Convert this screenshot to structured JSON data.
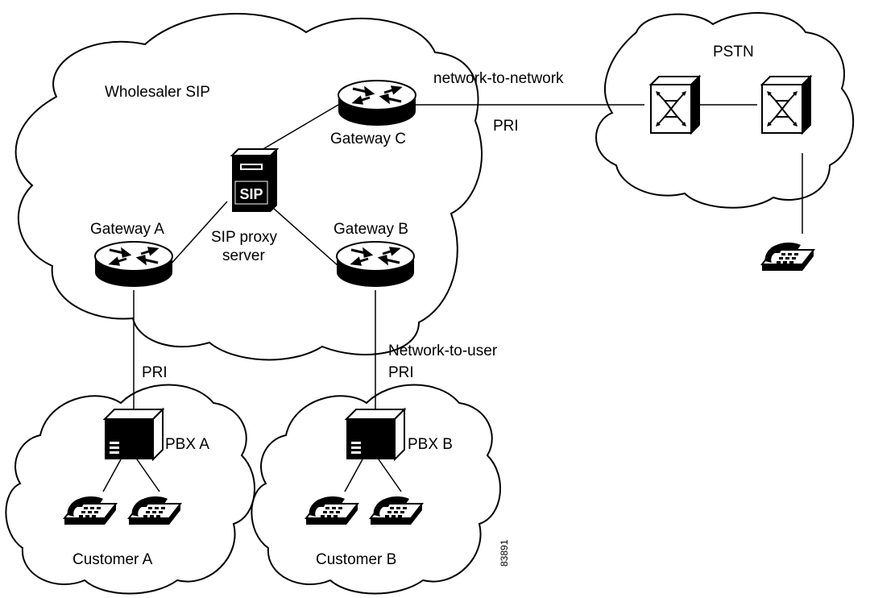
{
  "clouds": {
    "wholesaler": "Wholesaler SIP",
    "pstn": "PSTN",
    "customer_a": "Customer A",
    "customer_b": "Customer B"
  },
  "devices": {
    "gateway_a": "Gateway A",
    "gateway_b": "Gateway B",
    "gateway_c": "Gateway C",
    "sip_proxy_line1": "SIP proxy",
    "sip_proxy_line2": "server",
    "sip_logo": "SIP",
    "pbx_a": "PBX A",
    "pbx_b": "PBX B"
  },
  "links": {
    "c_to_pstn_top": "network-to-network",
    "c_to_pstn_bottom": "PRI",
    "a_to_pbx": "PRI",
    "b_to_pbx_line1": "Network-to-user",
    "b_to_pbx_line2": "PRI"
  },
  "figure_id": "83891"
}
